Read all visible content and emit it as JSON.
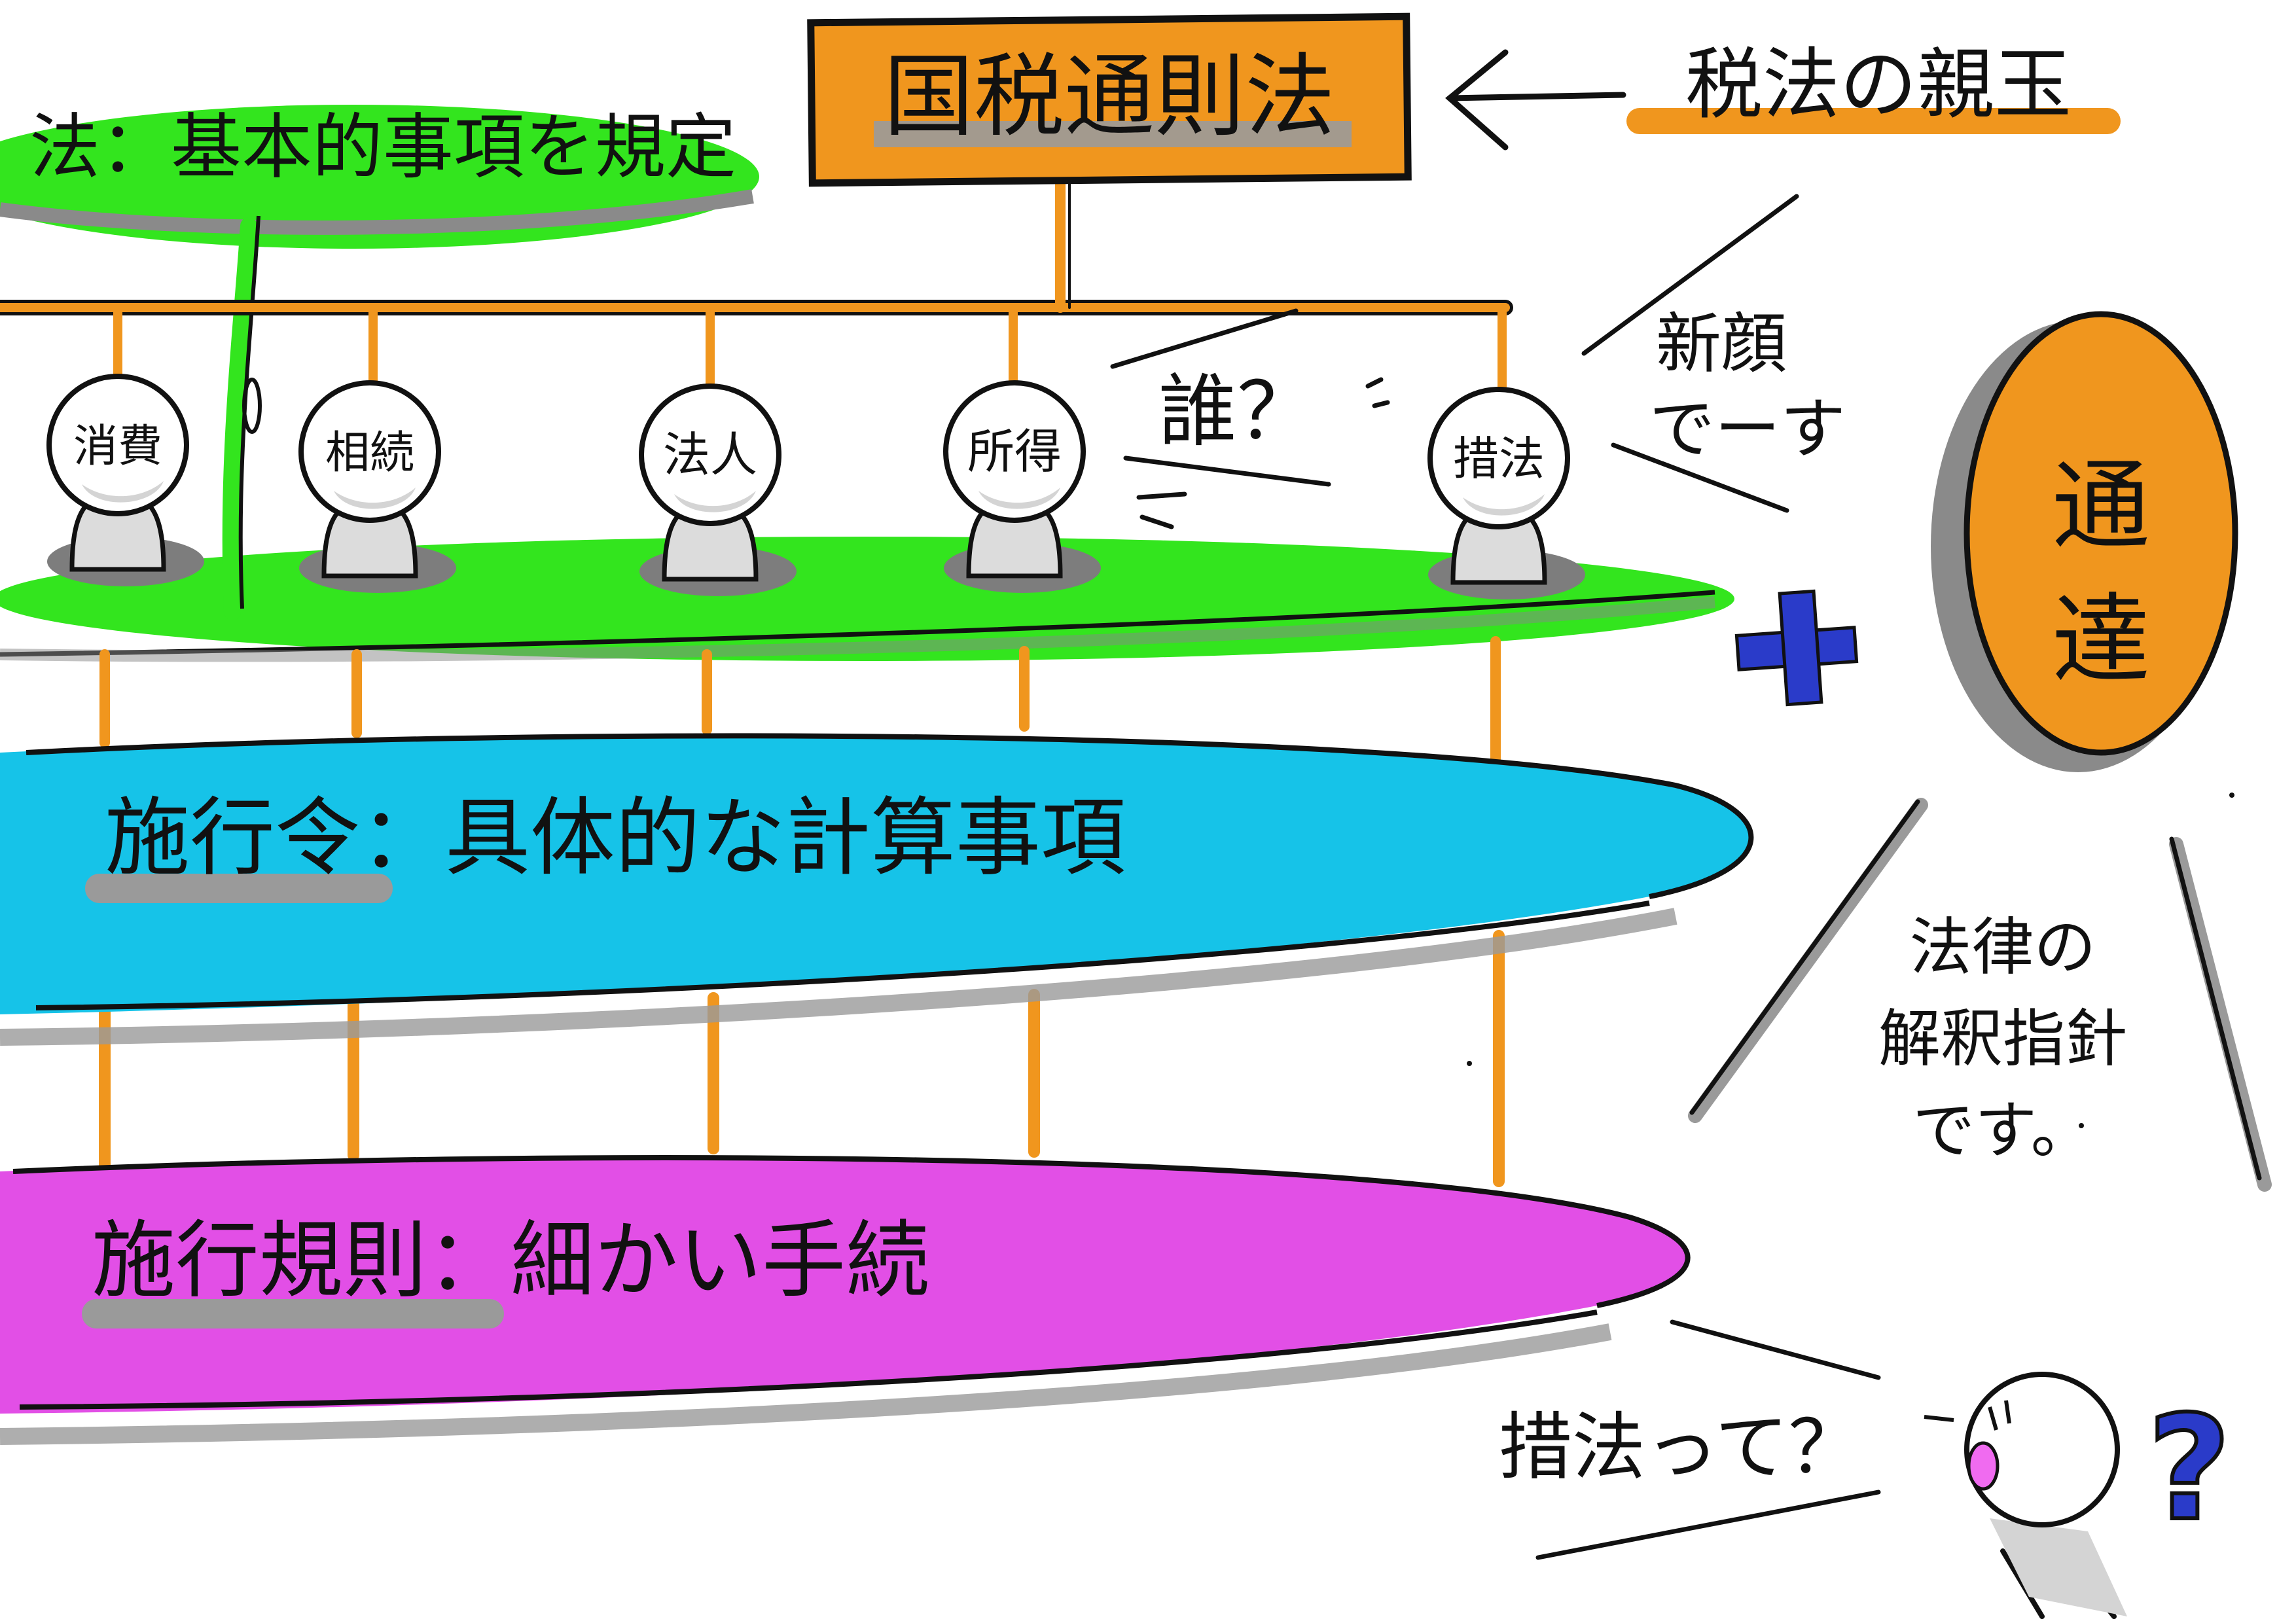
{
  "title": "国税通則法",
  "title_note": "税法の親玉",
  "law_layer": "法：基本的事項を規定",
  "taxes": [
    {
      "label": "消費"
    },
    {
      "label": "相続"
    },
    {
      "label": "法人"
    },
    {
      "label": "所得"
    },
    {
      "label": "措法"
    }
  ],
  "who": "誰？",
  "new_face": [
    "新顔",
    "でーす"
  ],
  "cabinet_order": "施行令：具体的な計算事項",
  "ministry_rule": "施行規則：細かい手続",
  "plus": "+",
  "tsutatsu": [
    "通",
    "達"
  ],
  "tsutatsu_note": [
    "法律の",
    "解釈指針",
    "です。"
  ],
  "question": "措法って？",
  "question_mark": "?",
  "colors": {
    "orange": "#F0961E",
    "green": "#33E51E",
    "blue": "#16C3E8",
    "magenta": "#E24FE6",
    "gray": "#9A9A9A",
    "navy": "#2A3BC9",
    "ink": "#111111"
  },
  "icons": [
    "person-figure-icon",
    "left-arrow-icon",
    "plus-icon",
    "question-mark-icon"
  ]
}
